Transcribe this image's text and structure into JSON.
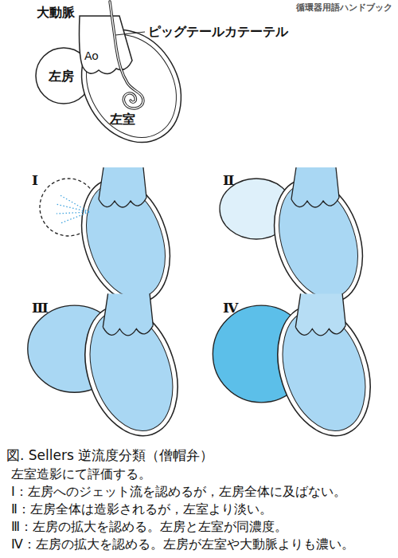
{
  "diagram": {
    "caption": "図. Sellers 逆流度分類（僧帽弁）",
    "nodes": [
      {
        "text": [
          "Ao"
        ]
      },
      {
        "text": [
          "左房"
        ]
      },
      {
        "text": [
          "左室"
        ]
      }
    ],
    "labels": [
      "循環器用語ハンドブック",
      "大動脈",
      "ピッグテールカテーテル",
      "Ⅰ",
      "Ⅱ",
      "Ⅲ",
      "Ⅳ",
      "左室造影にて評価する。",
      "Ⅰ：左房へのジェット流を認めるが，左房全体に及ばない。",
      "Ⅱ：左房全体は造影されるが，左室より淡い。",
      "Ⅲ：左房の拡大を認める。左房と左室が同濃度。",
      "Ⅳ：左房の拡大を認める。左房が左室や大動脈よりも濃い。"
    ]
  }
}
